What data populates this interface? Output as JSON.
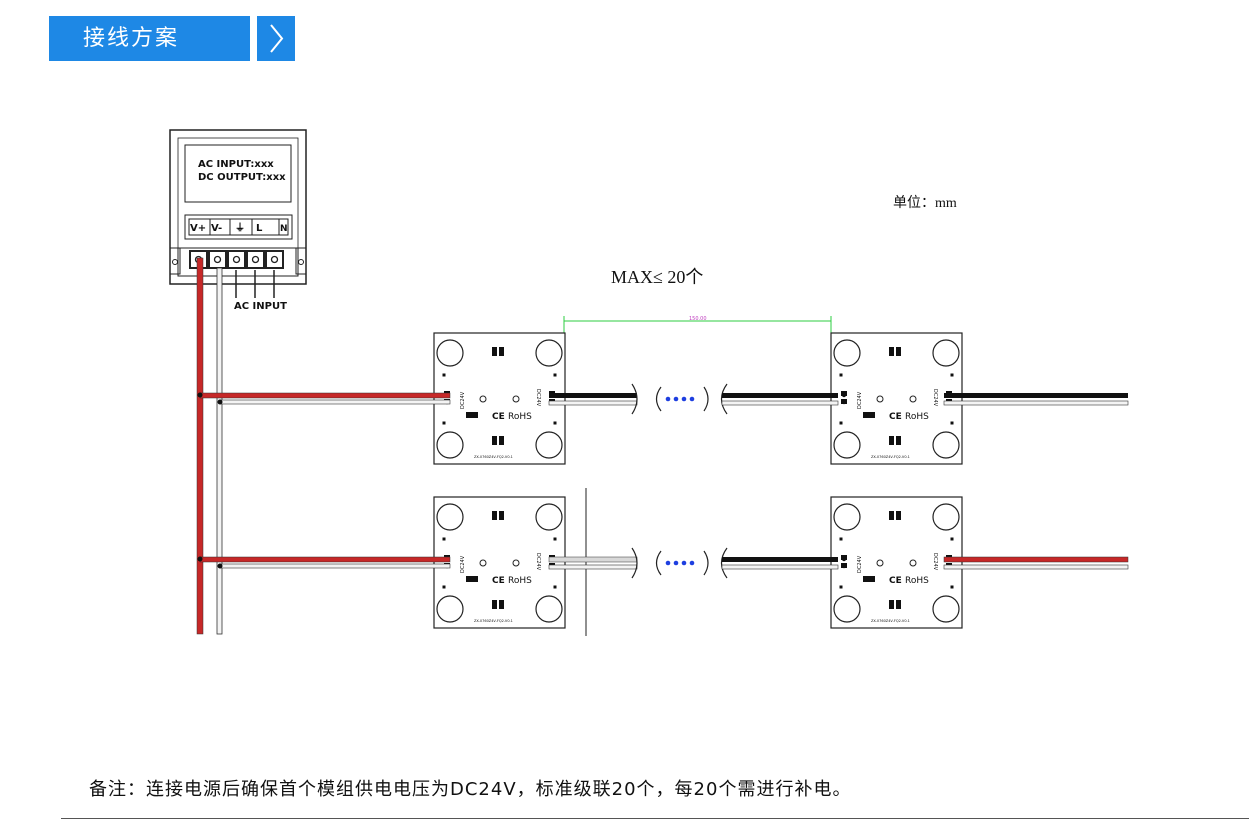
{
  "header": {
    "title": "接线方案",
    "arrow_icon": "chevron-right-icon",
    "accent": "#1e88e5"
  },
  "power_supply": {
    "label_line1": "AC INPUT:xxx",
    "label_line2": "DC OUTPUT:xxx",
    "terminals": [
      "V+",
      "V-",
      "⏚",
      "L",
      "N"
    ],
    "ac_input_label": "AC INPUT"
  },
  "unit_label": "单位：mm",
  "max_label": "MAX≤ 20个",
  "spacing_label": "150.00",
  "module": {
    "rohs": "RoHS",
    "ce": "CE",
    "voltage": "DC24V",
    "pcb_code": "ZX-0760Z4V-FQ2-V0.1"
  },
  "wire_colors": {
    "red": "#c62828",
    "black": "#111111",
    "white": "#f4f4f4"
  },
  "note": "备注：连接电源后确保首个模组供电电压为DC24V，标准级联20个，每20个需进行补电。"
}
